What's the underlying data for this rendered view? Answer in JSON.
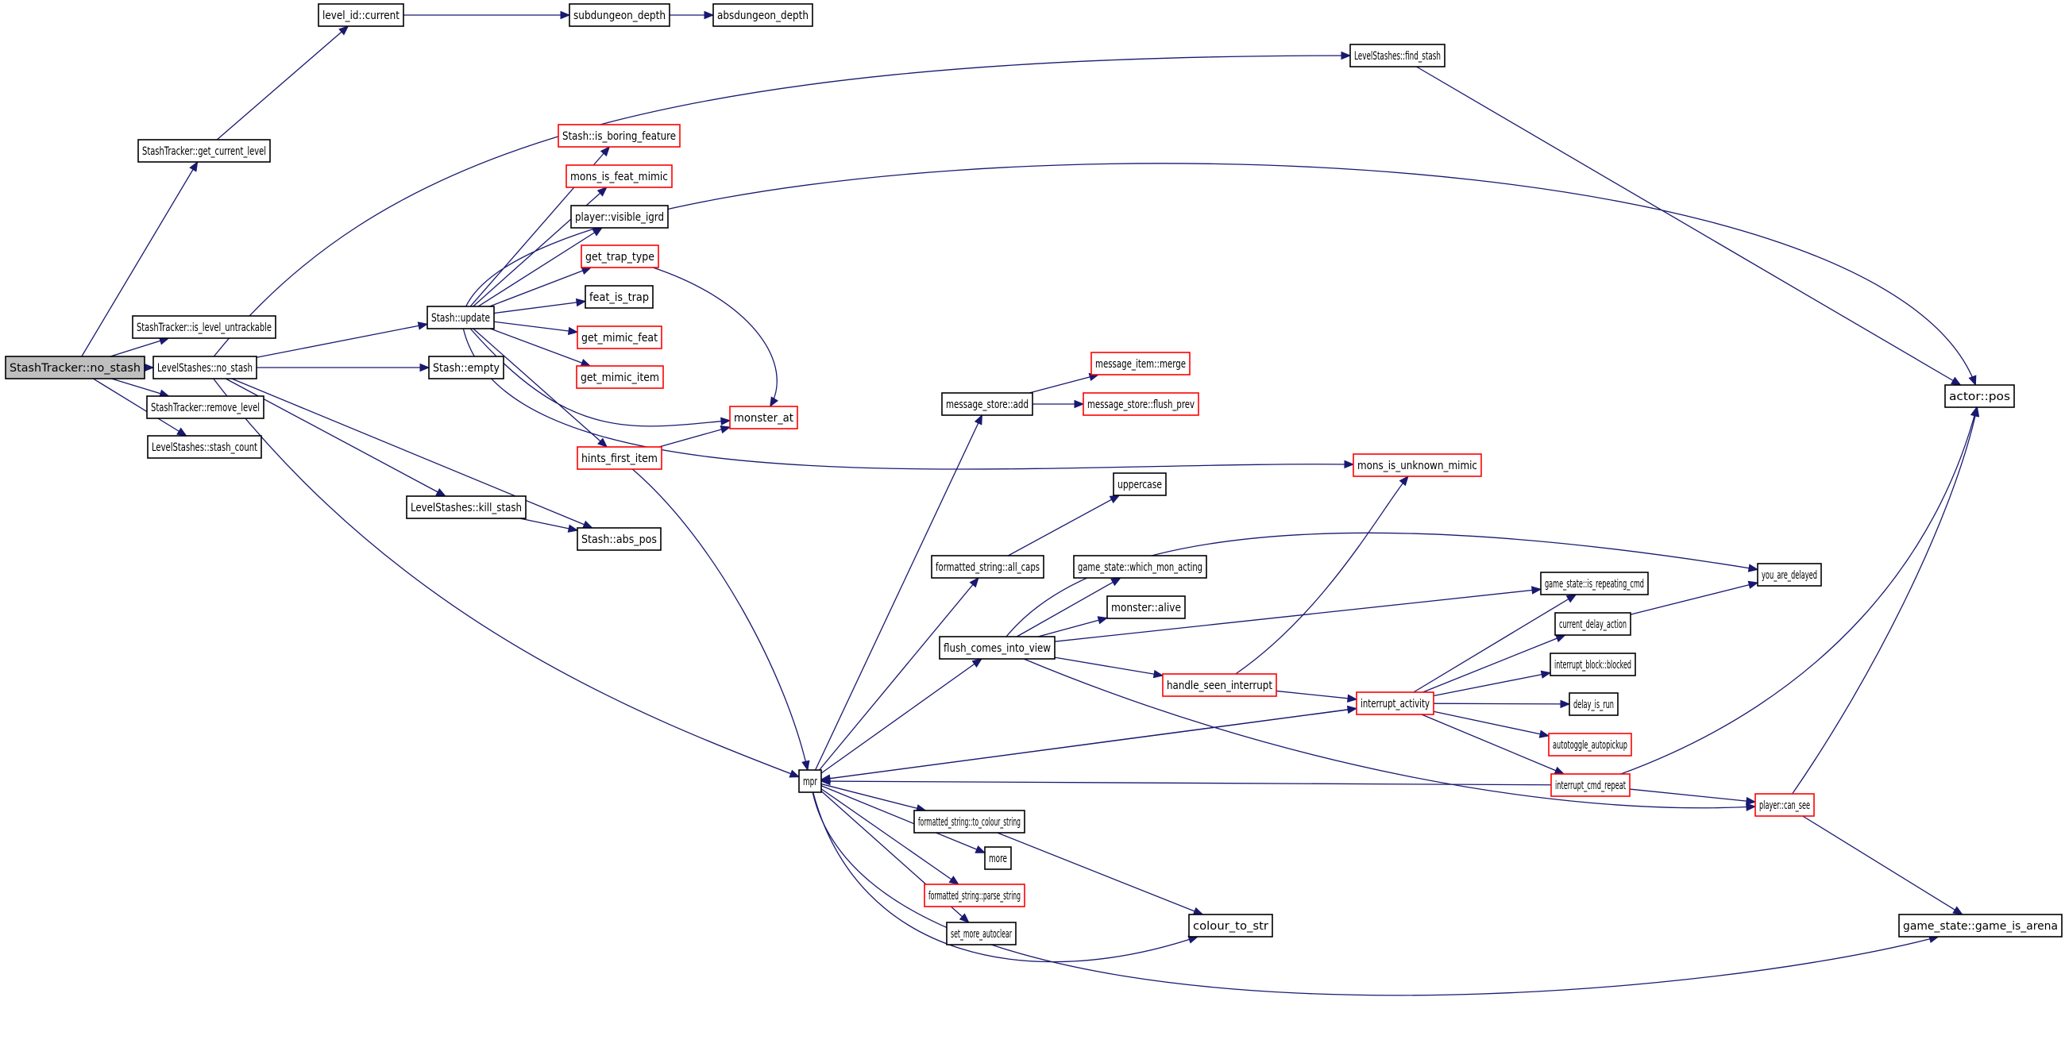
{
  "title": "StashTracker::no_stash call graph",
  "colors": {
    "edge": "#191970",
    "node_border": "#000000",
    "node_border_truncated": "#ff0000",
    "root_fill": "#bfbfbf",
    "node_fill": "#ffffff"
  },
  "nodes": [
    {
      "id": "StashTracker::no_stash",
      "style": "root"
    },
    {
      "id": "StashTracker::get_current_level",
      "style": "normal"
    },
    {
      "id": "StashTracker::is_level_untrackable",
      "style": "normal"
    },
    {
      "id": "LevelStashes::no_stash",
      "style": "normal"
    },
    {
      "id": "StashTracker::remove_level",
      "style": "normal"
    },
    {
      "id": "LevelStashes::stash_count",
      "style": "normal"
    },
    {
      "id": "level_id::current",
      "style": "normal"
    },
    {
      "id": "subdungeon_depth",
      "style": "normal"
    },
    {
      "id": "absdungeon_depth",
      "style": "normal"
    },
    {
      "id": "LevelStashes::find_stash",
      "style": "normal"
    },
    {
      "id": "Stash::update",
      "style": "normal"
    },
    {
      "id": "Stash::empty",
      "style": "normal"
    },
    {
      "id": "LevelStashes::kill_stash",
      "style": "normal"
    },
    {
      "id": "Stash::abs_pos",
      "style": "normal"
    },
    {
      "id": "Stash::is_boring_feature",
      "style": "truncated"
    },
    {
      "id": "mons_is_feat_mimic",
      "style": "truncated"
    },
    {
      "id": "player::visible_igrd",
      "style": "normal"
    },
    {
      "id": "get_trap_type",
      "style": "truncated"
    },
    {
      "id": "feat_is_trap",
      "style": "normal"
    },
    {
      "id": "get_mimic_feat",
      "style": "truncated"
    },
    {
      "id": "get_mimic_item",
      "style": "truncated"
    },
    {
      "id": "hints_first_item",
      "style": "truncated"
    },
    {
      "id": "monster_at",
      "style": "truncated"
    },
    {
      "id": "mons_is_unknown_mimic",
      "style": "truncated"
    },
    {
      "id": "actor::pos",
      "style": "normal"
    },
    {
      "id": "mpr",
      "style": "normal"
    },
    {
      "id": "message_store::add",
      "style": "normal"
    },
    {
      "id": "message_item::merge",
      "style": "truncated"
    },
    {
      "id": "message_store::flush_prev",
      "style": "truncated"
    },
    {
      "id": "uppercase",
      "style": "normal"
    },
    {
      "id": "formatted_string::all_caps",
      "style": "normal"
    },
    {
      "id": "game_state::which_mon_acting",
      "style": "normal"
    },
    {
      "id": "monster::alive",
      "style": "normal"
    },
    {
      "id": "flush_comes_into_view",
      "style": "normal"
    },
    {
      "id": "handle_seen_interrupt",
      "style": "truncated"
    },
    {
      "id": "interrupt_activity",
      "style": "truncated"
    },
    {
      "id": "game_state::is_repeating_cmd",
      "style": "normal"
    },
    {
      "id": "current_delay_action",
      "style": "normal"
    },
    {
      "id": "you_are_delayed",
      "style": "normal"
    },
    {
      "id": "interrupt_block::blocked",
      "style": "normal"
    },
    {
      "id": "delay_is_run",
      "style": "normal"
    },
    {
      "id": "autotoggle_autopickup",
      "style": "truncated"
    },
    {
      "id": "interrupt_cmd_repeat",
      "style": "truncated"
    },
    {
      "id": "player::can_see",
      "style": "truncated"
    },
    {
      "id": "game_state::game_is_arena",
      "style": "normal"
    },
    {
      "id": "formatted_string::to_colour_string",
      "style": "normal"
    },
    {
      "id": "more",
      "style": "normal"
    },
    {
      "id": "formatted_string::parse_string",
      "style": "truncated"
    },
    {
      "id": "set_more_autoclear",
      "style": "normal"
    },
    {
      "id": "colour_to_str",
      "style": "normal"
    }
  ],
  "edges": [
    [
      "StashTracker::no_stash",
      "StashTracker::get_current_level"
    ],
    [
      "StashTracker::no_stash",
      "StashTracker::is_level_untrackable"
    ],
    [
      "StashTracker::no_stash",
      "LevelStashes::no_stash"
    ],
    [
      "StashTracker::no_stash",
      "StashTracker::remove_level"
    ],
    [
      "StashTracker::no_stash",
      "LevelStashes::stash_count"
    ],
    [
      "StashTracker::get_current_level",
      "level_id::current"
    ],
    [
      "level_id::current",
      "subdungeon_depth"
    ],
    [
      "subdungeon_depth",
      "absdungeon_depth"
    ],
    [
      "LevelStashes::no_stash",
      "LevelStashes::find_stash"
    ],
    [
      "LevelStashes::no_stash",
      "Stash::update"
    ],
    [
      "LevelStashes::no_stash",
      "Stash::empty"
    ],
    [
      "LevelStashes::no_stash",
      "LevelStashes::kill_stash"
    ],
    [
      "LevelStashes::no_stash",
      "Stash::abs_pos"
    ],
    [
      "LevelStashes::no_stash",
      "mpr"
    ],
    [
      "LevelStashes::find_stash",
      "actor::pos"
    ],
    [
      "LevelStashes::kill_stash",
      "Stash::abs_pos"
    ],
    [
      "Stash::update",
      "Stash::is_boring_feature"
    ],
    [
      "Stash::update",
      "mons_is_feat_mimic"
    ],
    [
      "Stash::update",
      "player::visible_igrd"
    ],
    [
      "Stash::update",
      "get_trap_type"
    ],
    [
      "Stash::update",
      "feat_is_trap"
    ],
    [
      "Stash::update",
      "get_mimic_feat"
    ],
    [
      "Stash::update",
      "get_mimic_item"
    ],
    [
      "Stash::update",
      "monster_at"
    ],
    [
      "Stash::update",
      "hints_first_item"
    ],
    [
      "Stash::update",
      "mons_is_unknown_mimic"
    ],
    [
      "Stash::update",
      "actor::pos"
    ],
    [
      "get_trap_type",
      "monster_at"
    ],
    [
      "hints_first_item",
      "monster_at"
    ],
    [
      "hints_first_item",
      "mpr"
    ],
    [
      "mpr",
      "message_store::add"
    ],
    [
      "mpr",
      "formatted_string::all_caps"
    ],
    [
      "mpr",
      "flush_comes_into_view"
    ],
    [
      "mpr",
      "interrupt_activity"
    ],
    [
      "mpr",
      "formatted_string::to_colour_string"
    ],
    [
      "mpr",
      "more"
    ],
    [
      "mpr",
      "formatted_string::parse_string"
    ],
    [
      "mpr",
      "set_more_autoclear"
    ],
    [
      "mpr",
      "colour_to_str"
    ],
    [
      "mpr",
      "game_state::game_is_arena"
    ],
    [
      "message_store::add",
      "message_item::merge"
    ],
    [
      "message_store::add",
      "message_store::flush_prev"
    ],
    [
      "formatted_string::all_caps",
      "uppercase"
    ],
    [
      "flush_comes_into_view",
      "game_state::which_mon_acting"
    ],
    [
      "flush_comes_into_view",
      "monster::alive"
    ],
    [
      "flush_comes_into_view",
      "you_are_delayed"
    ],
    [
      "flush_comes_into_view",
      "game_state::is_repeating_cmd"
    ],
    [
      "flush_comes_into_view",
      "handle_seen_interrupt"
    ],
    [
      "flush_comes_into_view",
      "player::can_see"
    ],
    [
      "handle_seen_interrupt",
      "mons_is_unknown_mimic"
    ],
    [
      "handle_seen_interrupt",
      "interrupt_activity"
    ],
    [
      "interrupt_activity",
      "mpr"
    ],
    [
      "interrupt_activity",
      "game_state::is_repeating_cmd"
    ],
    [
      "interrupt_activity",
      "current_delay_action"
    ],
    [
      "interrupt_activity",
      "interrupt_block::blocked"
    ],
    [
      "interrupt_activity",
      "delay_is_run"
    ],
    [
      "interrupt_activity",
      "autotoggle_autopickup"
    ],
    [
      "interrupt_activity",
      "interrupt_cmd_repeat"
    ],
    [
      "current_delay_action",
      "you_are_delayed"
    ],
    [
      "interrupt_cmd_repeat",
      "mpr"
    ],
    [
      "interrupt_cmd_repeat",
      "player::can_see"
    ],
    [
      "interrupt_cmd_repeat",
      "actor::pos"
    ],
    [
      "player::can_see",
      "actor::pos"
    ],
    [
      "player::can_see",
      "game_state::game_is_arena"
    ],
    [
      "formatted_string::to_colour_string",
      "colour_to_str"
    ]
  ]
}
